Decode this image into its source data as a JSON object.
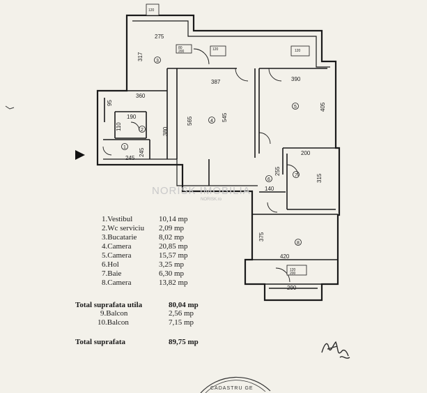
{
  "watermark": {
    "main": "NORISK IMOBILIA",
    "small": "NORISK.ro"
  },
  "stamp": {
    "text": "CADASTRU GE"
  },
  "dimensions": [
    {
      "id": "d275",
      "label": "275"
    },
    {
      "id": "d317",
      "label": "317"
    },
    {
      "id": "d360",
      "label": "360"
    },
    {
      "id": "d387",
      "label": "387"
    },
    {
      "id": "d390",
      "label": "390"
    },
    {
      "id": "d405",
      "label": "405"
    },
    {
      "id": "d565",
      "label": "565"
    },
    {
      "id": "d545",
      "label": "545"
    },
    {
      "id": "d380",
      "label": "380"
    },
    {
      "id": "d190",
      "label": "190"
    },
    {
      "id": "d110",
      "label": "110"
    },
    {
      "id": "d95",
      "label": "95"
    },
    {
      "id": "d245",
      "label": "245"
    },
    {
      "id": "d245v",
      "label": "245"
    },
    {
      "id": "d200",
      "label": "200"
    },
    {
      "id": "d315",
      "label": "315"
    },
    {
      "id": "d255",
      "label": "255"
    },
    {
      "id": "d140",
      "label": "140"
    },
    {
      "id": "d375",
      "label": "375"
    },
    {
      "id": "d420",
      "label": "420"
    },
    {
      "id": "d290",
      "label": "290"
    }
  ],
  "room_markers": [
    "1",
    "2",
    "3",
    "4",
    "5",
    "6",
    "7",
    "8"
  ],
  "rooms": [
    {
      "name": "1.Vestibul",
      "area": "10,14 mp"
    },
    {
      "name": "2.Wc serviciu",
      "area": "2,09 mp"
    },
    {
      "name": "3.Bucatarie",
      "area": "8,02 mp"
    },
    {
      "name": "4.Camera",
      "area": "20,85 mp"
    },
    {
      "name": "5.Camera",
      "area": "15,57 mp"
    },
    {
      "name": "6.Hol",
      "area": "3,25 mp"
    },
    {
      "name": "7.Baie",
      "area": "6,30 mp"
    },
    {
      "name": "8.Camera",
      "area": "13,82 mp"
    }
  ],
  "total_util": {
    "label": "Total suprafata utila",
    "value": "80,04 mp"
  },
  "balcony": [
    {
      "name": "9.Balcon",
      "area": "2,56 mp"
    },
    {
      "name": "10.Balcon",
      "area": "7,15 mp"
    }
  ],
  "total": {
    "label": "Total suprafata",
    "value": "89,75 mp"
  },
  "colors": {
    "paper": "#f3f1ea",
    "ink": "#1a1a1a",
    "watermark": "#c9c9c9"
  }
}
